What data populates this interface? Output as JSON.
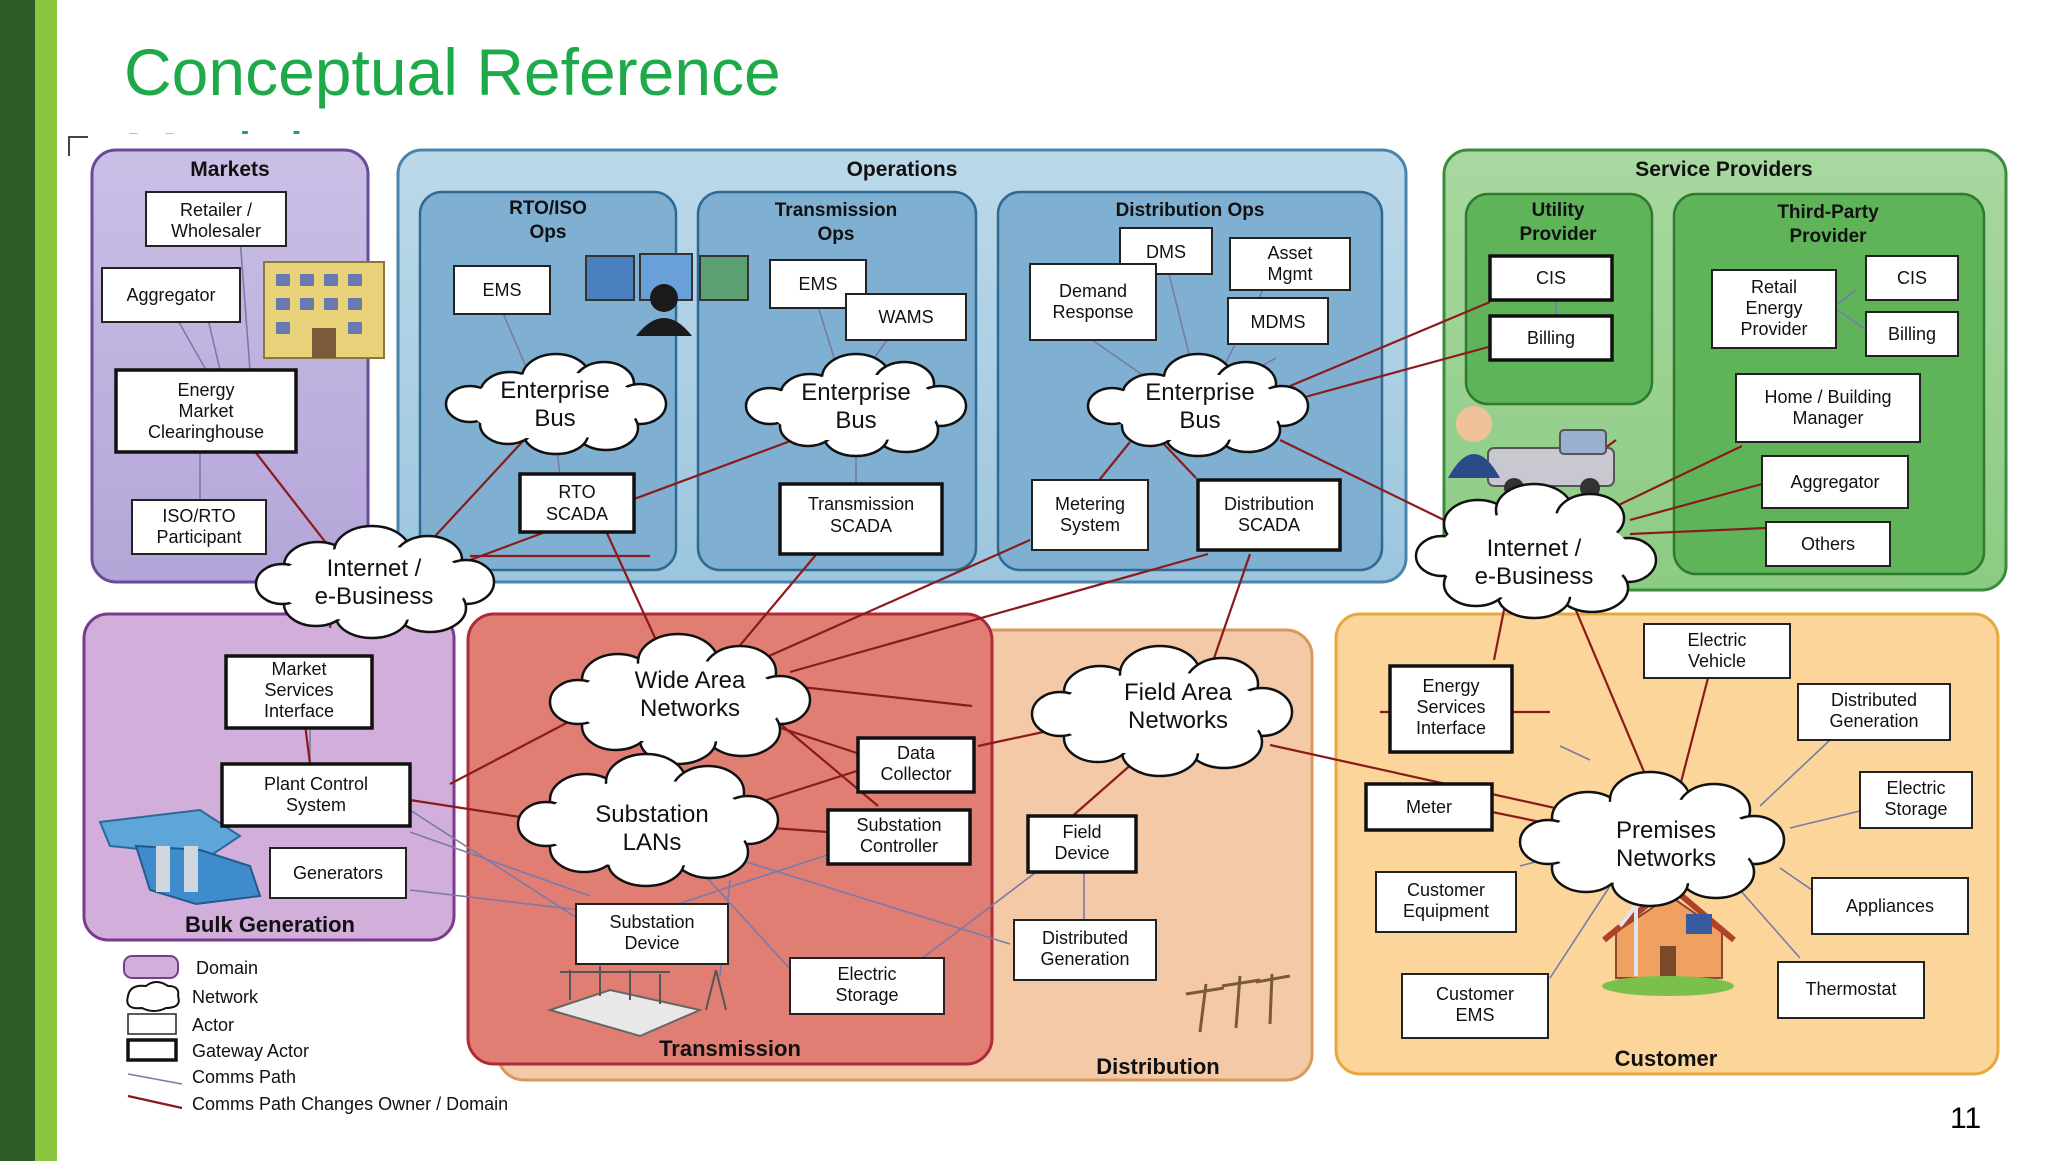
{
  "slide": {
    "title": "Conceptual Reference Model",
    "page_number": "11"
  },
  "domains": {
    "markets": "Markets",
    "operations": "Operations",
    "service_providers": "Service Providers",
    "bulk_generation": "Bulk Generation",
    "transmission": "Transmission",
    "distribution": "Distribution",
    "customer": "Customer"
  },
  "subdomains": {
    "rto_iso_ops": [
      "RTO/ISO",
      "Ops"
    ],
    "transmission_ops": [
      "Transmission",
      "Ops"
    ],
    "distribution_ops": "Distribution Ops",
    "utility_provider": [
      "Utility",
      "Provider"
    ],
    "third_party_provider": [
      "Third-Party",
      "Provider"
    ]
  },
  "actors": {
    "retailer": [
      "Retailer /",
      "Wholesaler"
    ],
    "aggregator_markets": "Aggregator",
    "energy_market_clearinghouse": [
      "Energy",
      "Market",
      "Clearinghouse"
    ],
    "iso_rto_participant": [
      "ISO/RTO",
      "Participant"
    ],
    "ems_rto": "EMS",
    "rto_scada": [
      "RTO",
      "SCADA"
    ],
    "ems_trans": "EMS",
    "wams": "WAMS",
    "transmission_scada": [
      "Transmission",
      "SCADA"
    ],
    "dms": "DMS",
    "asset_mgmt": [
      "Asset",
      "Mgmt"
    ],
    "demand_response": [
      "Demand",
      "Response"
    ],
    "mdms": "MDMS",
    "metering_system": [
      "Metering",
      "System"
    ],
    "distribution_scada": [
      "Distribution",
      "SCADA"
    ],
    "cis_utility": "CIS",
    "billing_utility": "Billing",
    "retail_energy_provider": [
      "Retail",
      "Energy",
      "Provider"
    ],
    "cis_third": "CIS",
    "billing_third": "Billing",
    "home_building_manager": [
      "Home / Building",
      "Manager"
    ],
    "aggregator_sp": "Aggregator",
    "others": "Others",
    "market_services_interface": [
      "Market",
      "Services",
      "Interface"
    ],
    "plant_control_system": [
      "Plant Control",
      "System"
    ],
    "generators": "Generators",
    "data_collector": [
      "Data",
      "Collector"
    ],
    "substation_controller": [
      "Substation",
      "Controller"
    ],
    "substation_device": [
      "Substation",
      "Device"
    ],
    "electric_storage_trans": [
      "Electric",
      "Storage"
    ],
    "field_device": [
      "Field",
      "Device"
    ],
    "distributed_generation_dist": [
      "Distributed",
      "Generation"
    ],
    "energy_services_interface": [
      "Energy",
      "Services",
      "Interface"
    ],
    "meter": "Meter",
    "customer_equipment": [
      "Customer",
      "Equipment"
    ],
    "customer_ems": [
      "Customer",
      "EMS"
    ],
    "electric_vehicle": [
      "Electric",
      "Vehicle"
    ],
    "distributed_generation_cust": [
      "Distributed",
      "Generation"
    ],
    "electric_storage_cust": [
      "Electric",
      "Storage"
    ],
    "appliances": "Appliances",
    "thermostat": "Thermostat"
  },
  "networks": {
    "enterprise_bus_rto": [
      "Enterprise",
      "Bus"
    ],
    "enterprise_bus_trans": [
      "Enterprise",
      "Bus"
    ],
    "enterprise_bus_dist": [
      "Enterprise",
      "Bus"
    ],
    "internet_left": [
      "Internet /",
      "e-Business"
    ],
    "internet_right": [
      "Internet /",
      "e-Business"
    ],
    "wide_area_networks": [
      "Wide Area",
      "Networks"
    ],
    "substation_lans": [
      "Substation",
      "LANs"
    ],
    "field_area_networks": [
      "Field Area",
      "Networks"
    ],
    "premises_networks": [
      "Premises",
      "Networks"
    ]
  },
  "legend": {
    "domain": "Domain",
    "network": "Network",
    "actor": "Actor",
    "gateway_actor": "Gateway Actor",
    "comms_path": "Comms Path",
    "comms_path_changes": "Comms Path Changes Owner / Domain"
  },
  "colors": {
    "title_green": "#1faa4a",
    "comms_owner_line": "#8b1a1a",
    "comms_line": "#7a7aa8"
  }
}
